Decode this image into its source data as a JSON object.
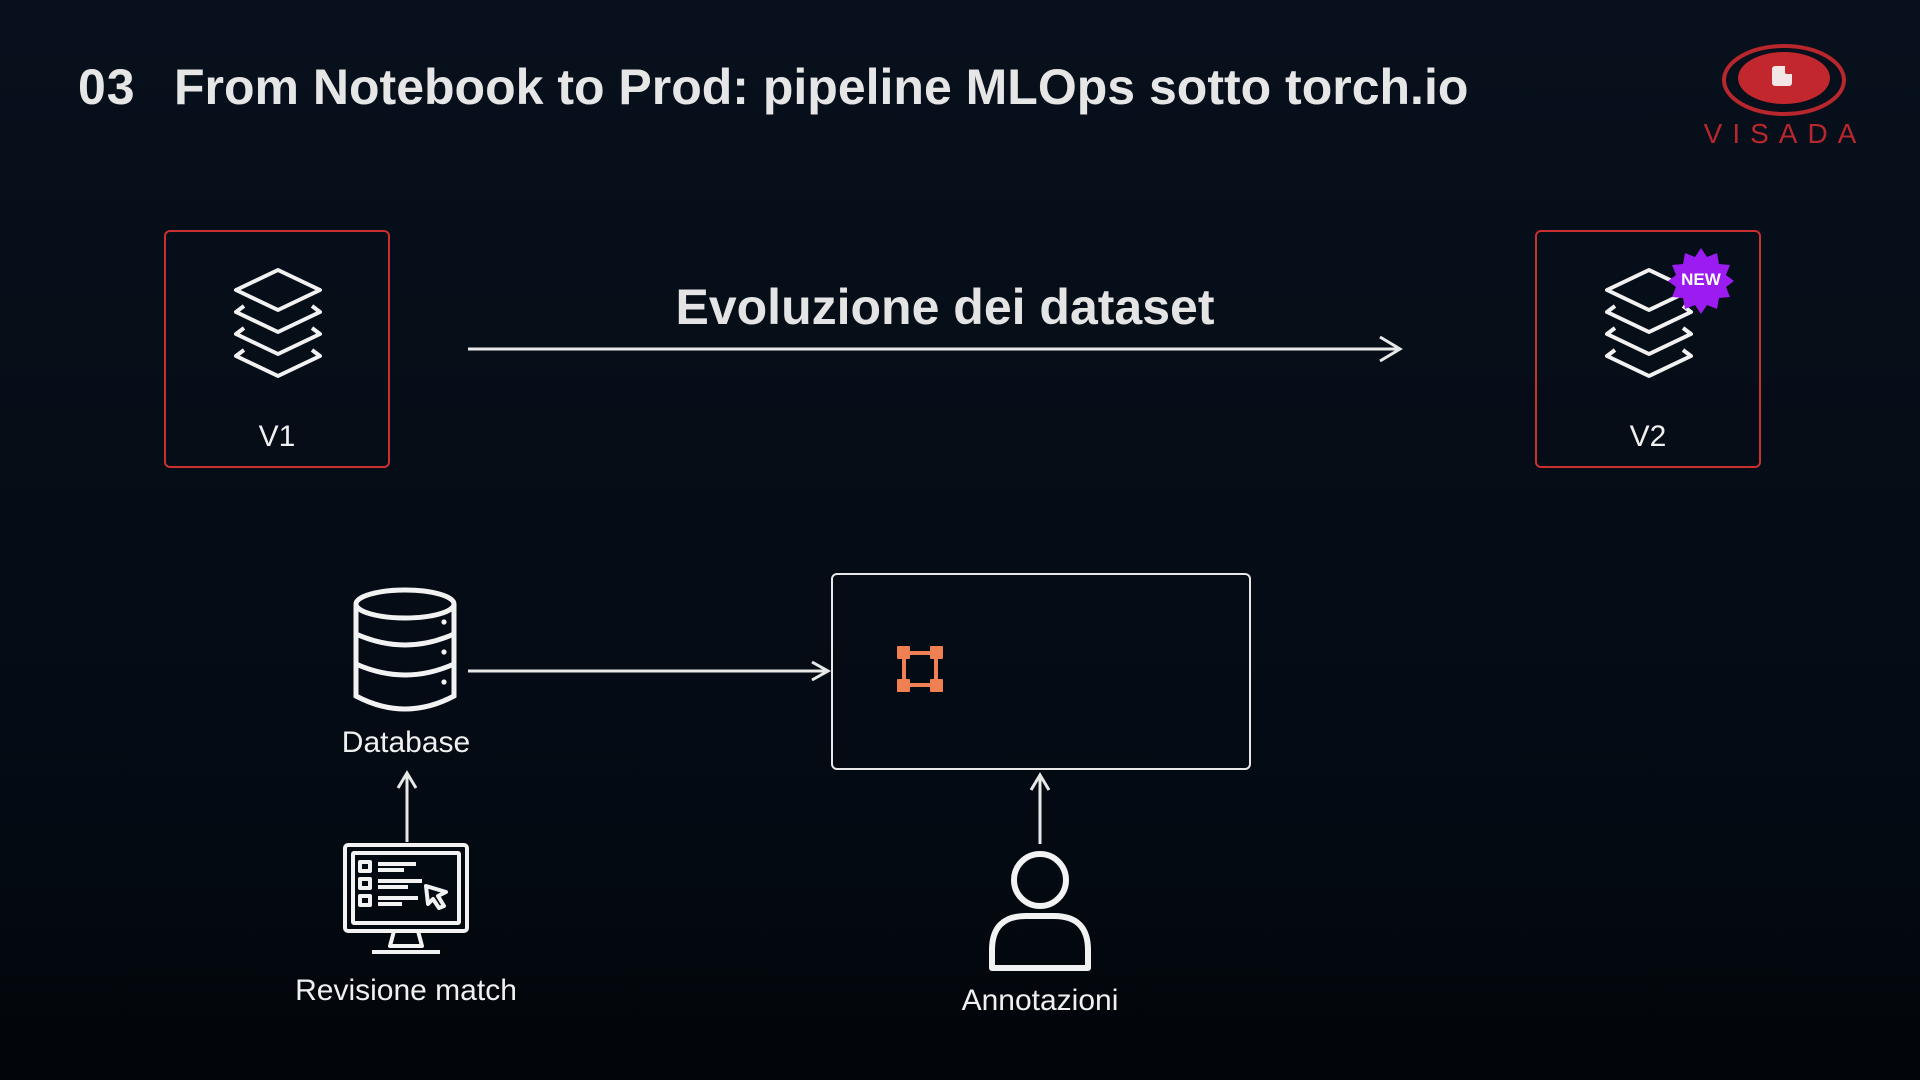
{
  "header": {
    "slide_number": "03",
    "title": "From Notebook to Prod: pipeline MLOps sotto torch.io"
  },
  "logo": {
    "text": "VISADA",
    "color": "#c1272d"
  },
  "diagram": {
    "evolution_label": "Evoluzione dei dataset",
    "versions": [
      {
        "label": "V1",
        "badge": ""
      },
      {
        "label": "V2",
        "badge": "NEW"
      }
    ],
    "nodes": {
      "database": "Database",
      "revision": "Revisione match",
      "annotations": "Annotazioni"
    },
    "colors": {
      "box_border": "#c9302f",
      "badge": "#9b1bf0",
      "accent_icon": "#f07f52",
      "line": "#e8e8e8"
    }
  }
}
